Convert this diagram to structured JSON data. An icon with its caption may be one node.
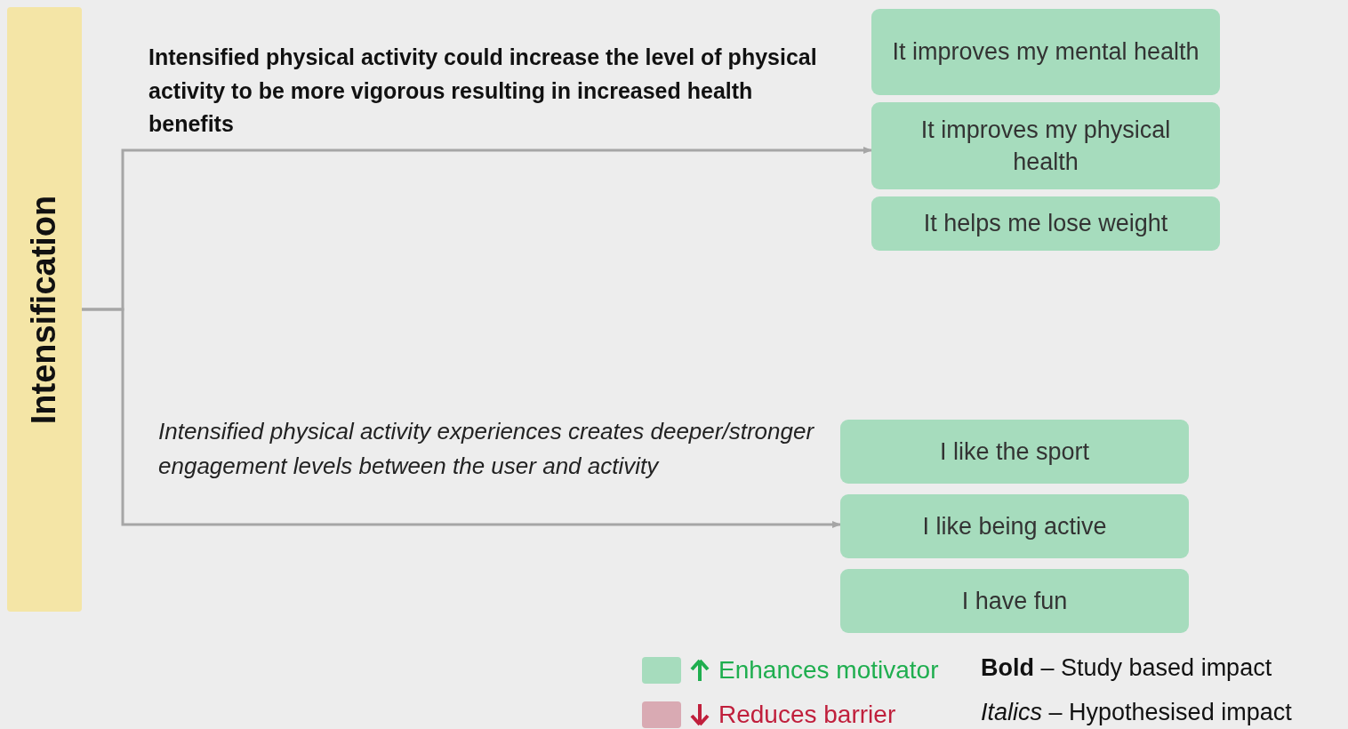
{
  "diagram": {
    "nodes": [
      {
        "text": [
          "Intensification"
        ]
      },
      {
        "text": [
          "It improves my mental health"
        ]
      },
      {
        "text": [
          "It improves my physical health"
        ]
      },
      {
        "text": [
          "It helps me lose weight"
        ]
      },
      {
        "text": [
          "I like the sport"
        ]
      },
      {
        "text": [
          "I like being active"
        ]
      },
      {
        "text": [
          "I have fun"
        ]
      }
    ],
    "edges": [
      {
        "from": 0,
        "to": 2,
        "arrow": "to",
        "label": "Intensified physical activity could increase the level of physical activity to be more vigorous resulting in increased health benefits"
      },
      {
        "from": 0,
        "to": 5,
        "arrow": "to",
        "label": "Intensified physical activity experiences creates deeper/stronger engagement levels between the user and activity"
      }
    ],
    "labels": [
      "**Bold** – Study based impact",
      "*Italics* – Hypothesised impact"
    ],
    "legend": [
      {
        "text": "Enhances motivator",
        "color": "#a6dcbd"
      },
      {
        "text": "Reduces barrier",
        "color": "#d9aab3"
      }
    ]
  }
}
